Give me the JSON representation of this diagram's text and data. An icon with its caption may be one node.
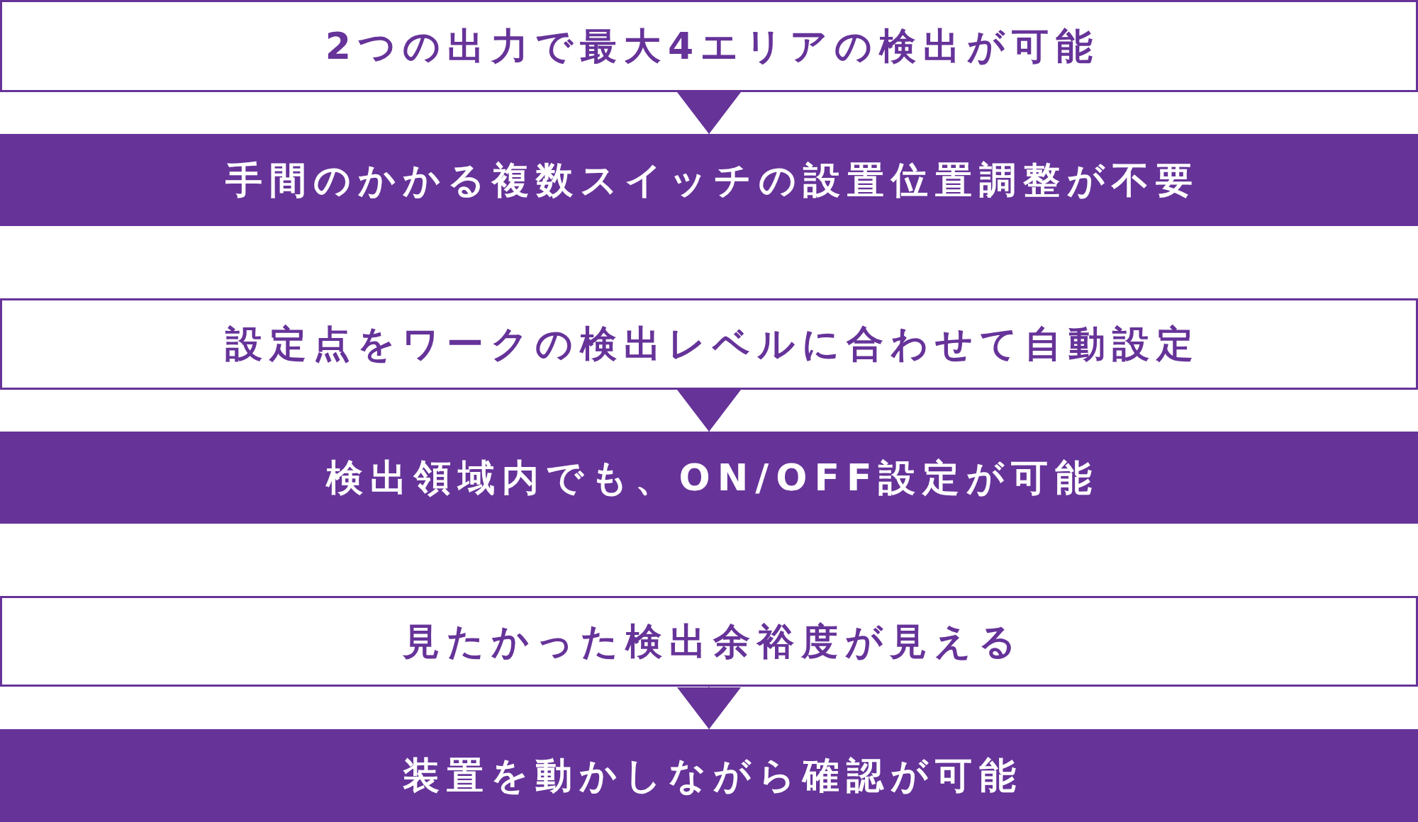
{
  "diagram": {
    "nodes": [
      {
        "text": [
          "2つの出力で最大4エリアの検出が可能"
        ]
      },
      {
        "text": [
          "手間のかかる複数スイッチの設置位置調整が不要"
        ]
      },
      {
        "text": [
          "設定点をワークの検出レベルに合わせて自動設定"
        ]
      },
      {
        "text": [
          "検出領域内でも、ON/OFF設定が可能"
        ]
      },
      {
        "text": [
          "見たかった検出余裕度が見える"
        ]
      },
      {
        "text": [
          "装置を動かしながら確認が可能"
        ]
      }
    ],
    "edges": [
      {
        "from": 0,
        "to": 1,
        "arrow": "to"
      },
      {
        "from": 2,
        "to": 3,
        "arrow": "to"
      },
      {
        "from": 4,
        "to": 5,
        "arrow": "to"
      }
    ]
  }
}
